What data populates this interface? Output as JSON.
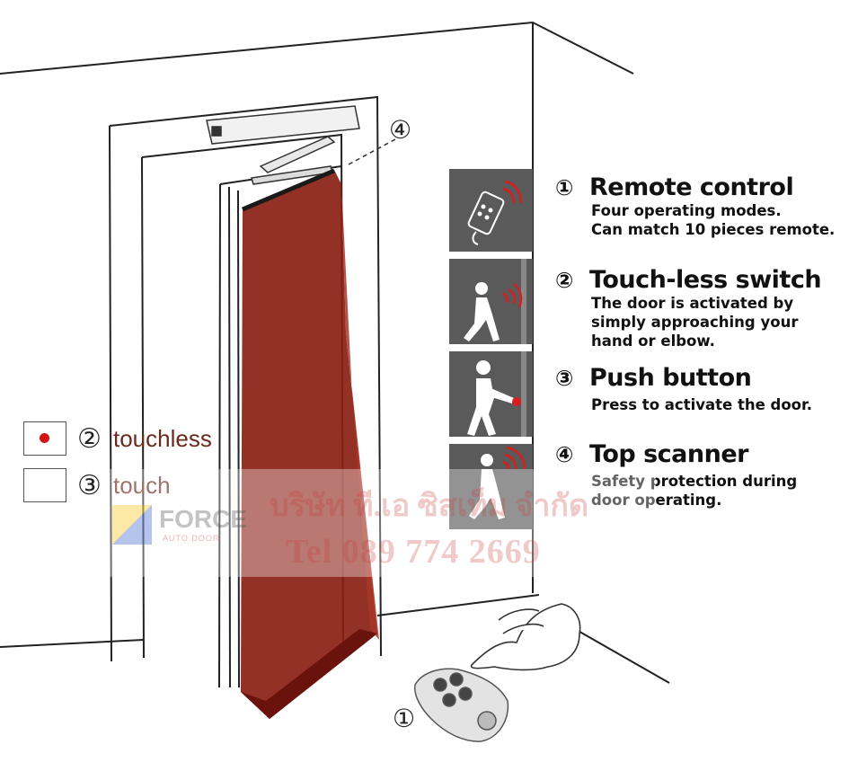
{
  "features": [
    {
      "num": "①",
      "title": "Remote control",
      "desc": "Four operating modes.\nCan match 10 pieces remote.",
      "icon": "remote-signal-icon"
    },
    {
      "num": "②",
      "title": "Touch-less switch",
      "desc": "The door is activated by\nsimply approaching your\nhand or elbow.",
      "icon": "walking-person-sensor-icon"
    },
    {
      "num": "③",
      "title": "Push button",
      "desc": "Press to activate the door.",
      "icon": "person-pressing-button-icon"
    },
    {
      "num": "④",
      "title": "Top scanner",
      "desc": "Safety protection during\ndoor operating.",
      "icon": "walking-person-scanner-icon"
    }
  ],
  "legend": [
    {
      "num": "②",
      "label": "touchless",
      "marker": "dot"
    },
    {
      "num": "③",
      "label": "touch",
      "marker": "empty"
    }
  ],
  "callouts": {
    "top_scanner": "④",
    "remote": "①"
  },
  "watermark": {
    "logo_text": "FORCE",
    "logo_sub": "AUTO DOOR",
    "company_thai": "บริษัท ที.เอ ซิสเท็ม จำกัด",
    "phone": "Tel 089 774 2669"
  },
  "colors": {
    "beam": "#8b1f14",
    "tile": "#5a5a5a",
    "signal": "#d81e1e"
  }
}
